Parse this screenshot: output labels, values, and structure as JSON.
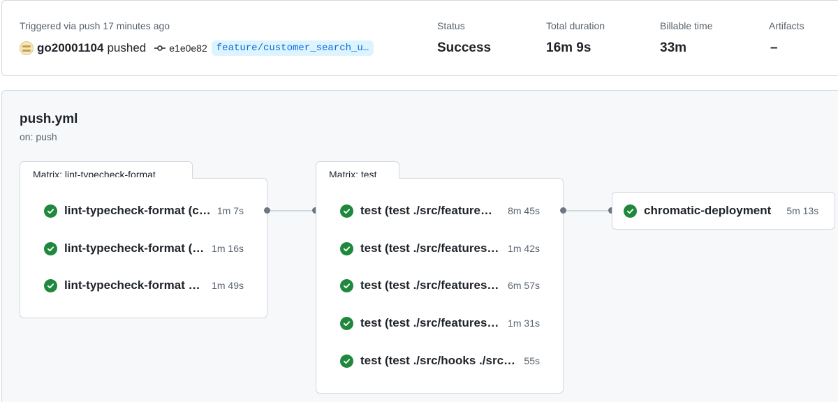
{
  "summary": {
    "trigger_text": "Triggered via push 17 minutes ago",
    "user": "go20001104",
    "action": "pushed",
    "commit_sha": "e1e0e82",
    "branch": "feature/customer_search_u…",
    "status_label": "Status",
    "status_value": "Success",
    "duration_label": "Total duration",
    "duration_value": "16m 9s",
    "billable_label": "Billable time",
    "billable_value": "33m",
    "artifacts_label": "Artifacts",
    "artifacts_value": "–"
  },
  "workflow": {
    "file": "push.yml",
    "trigger": "on: push",
    "groups": [
      {
        "title": "Matrix: lint-typecheck-format",
        "jobs": [
          {
            "name": "lint-typecheck-format (c…",
            "duration": "1m 7s"
          },
          {
            "name": "lint-typecheck-format (…",
            "duration": "1m 16s"
          },
          {
            "name": "lint-typecheck-format …",
            "duration": "1m 49s"
          }
        ]
      },
      {
        "title": "Matrix: test",
        "jobs": [
          {
            "name": "test (test ./src/feature…",
            "duration": "8m 45s"
          },
          {
            "name": "test (test ./src/features…",
            "duration": "1m 42s"
          },
          {
            "name": "test (test ./src/features…",
            "duration": "6m 57s"
          },
          {
            "name": "test (test ./src/features…",
            "duration": "1m 31s"
          },
          {
            "name": "test (test ./src/hooks ./src…",
            "duration": "55s"
          }
        ]
      }
    ],
    "final_job": {
      "name": "chromatic-deployment",
      "duration": "5m 13s"
    }
  },
  "colors": {
    "success": "#1f883d",
    "branch_text": "#0969da",
    "branch_bg": "#ddf4ff",
    "panel_bg": "#f6f8fa"
  },
  "icons": {
    "commit": "git-commit-icon",
    "status": "check-circle-icon"
  }
}
